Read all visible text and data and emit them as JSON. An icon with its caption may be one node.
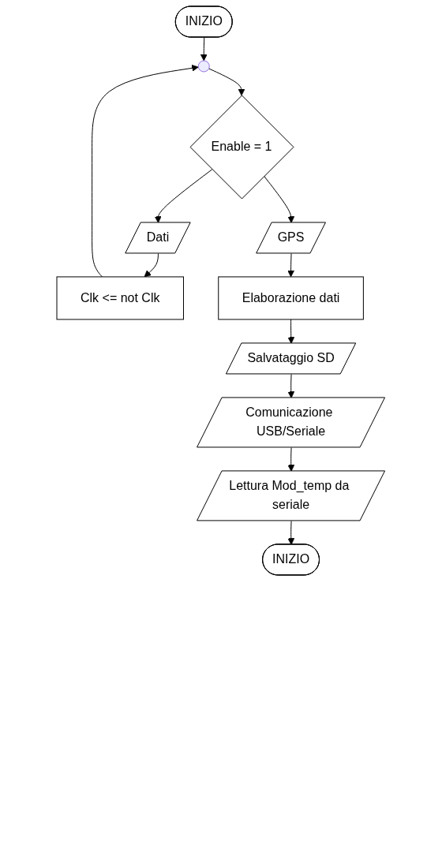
{
  "diagram": {
    "nodes": [
      {
        "text": [
          "INIZIO"
        ]
      },
      {
        "text": [],
        "shape": "circle"
      },
      {
        "text": [
          "Enable = 1"
        ]
      },
      {
        "text": [
          "Dati"
        ]
      },
      {
        "text": [
          "Clk <= not Clk"
        ]
      },
      {
        "text": [
          "GPS"
        ]
      },
      {
        "text": [
          "Elaborazione dati"
        ]
      },
      {
        "text": [
          "Salvataggio SD"
        ]
      },
      {
        "text": [
          "Comunicazione USB/Seriale"
        ]
      },
      {
        "text": [
          "Lettura Mod_temp da seriale"
        ]
      },
      {
        "text": [
          "INIZIO"
        ]
      }
    ],
    "edges": [
      {
        "from": 0,
        "to": 1,
        "arrow": "to"
      },
      {
        "from": 1,
        "to": 2,
        "arrow": "to"
      },
      {
        "from": 2,
        "to": 3,
        "arrow": "to"
      },
      {
        "from": 3,
        "to": 4,
        "arrow": "to"
      },
      {
        "from": 4,
        "to": 1,
        "arrow": "to"
      },
      {
        "from": 2,
        "to": 5,
        "arrow": "to"
      },
      {
        "from": 5,
        "to": 6,
        "arrow": "to"
      },
      {
        "from": 6,
        "to": 7,
        "arrow": "to"
      },
      {
        "from": 7,
        "to": 8,
        "arrow": "to"
      },
      {
        "from": 8,
        "to": 9,
        "arrow": "to"
      },
      {
        "from": 9,
        "to": 10,
        "arrow": "to"
      }
    ]
  }
}
